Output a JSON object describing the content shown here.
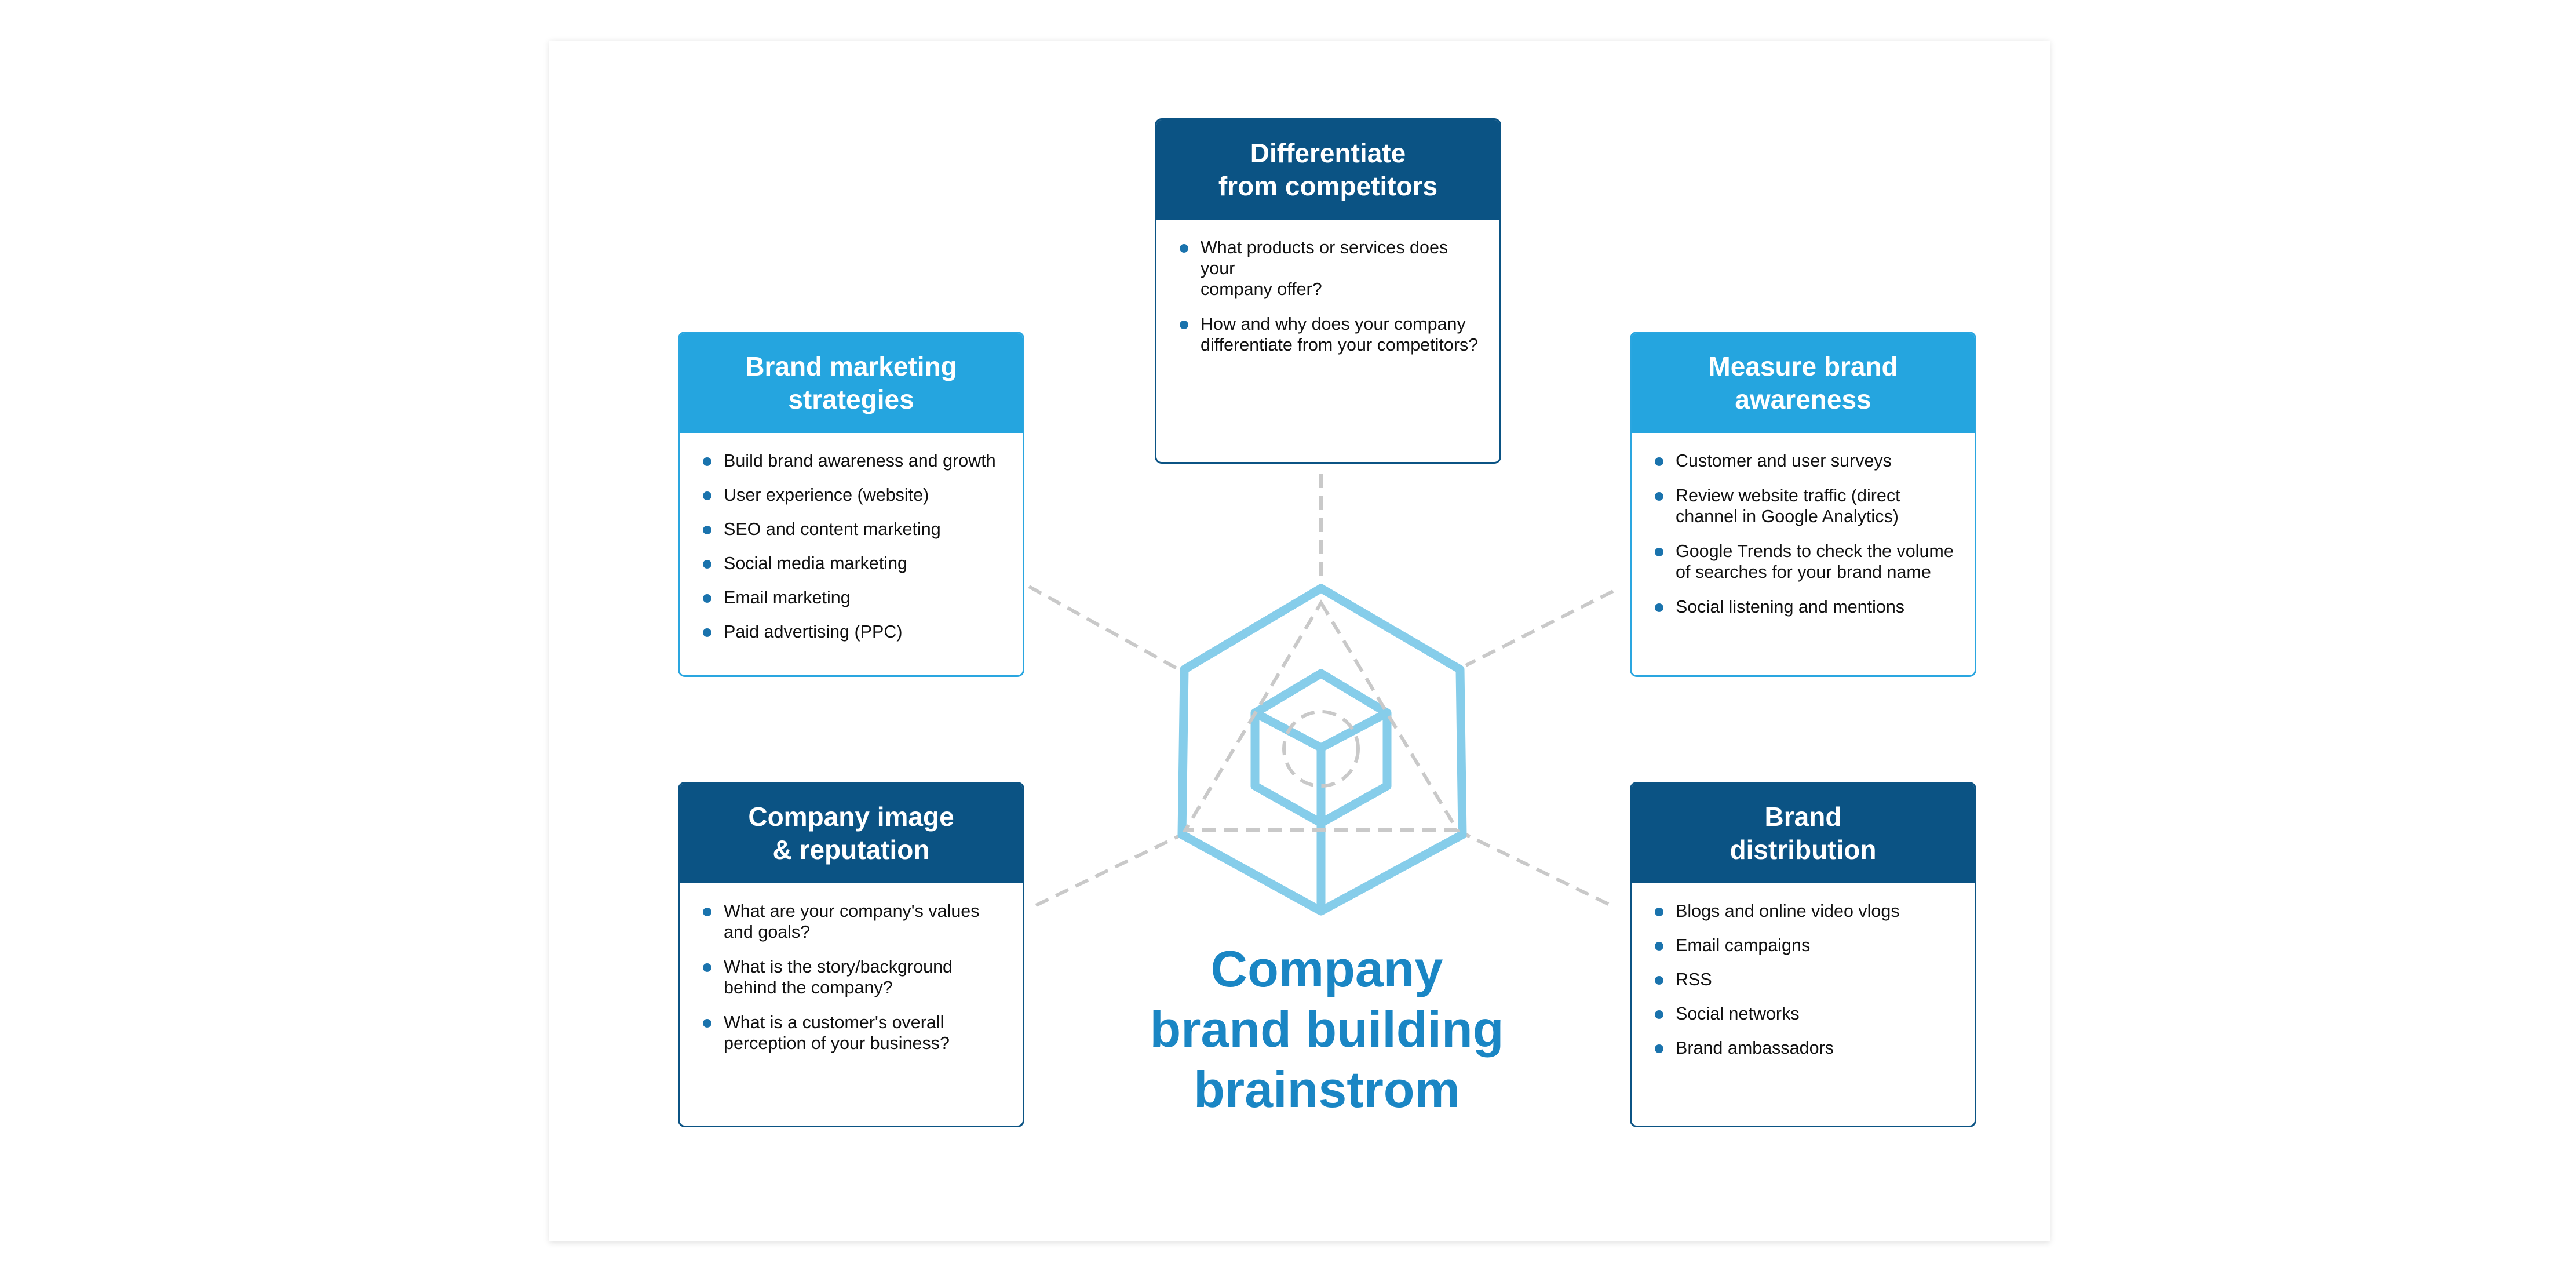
{
  "diagram": {
    "title": "Company\nbrand building\nbrainstrom",
    "colors": {
      "light_header": "#25a5df",
      "dark_header": "#0b5384",
      "bullet": "#1a73ad",
      "title": "#1a86c4",
      "hexagon": "#86cdea",
      "connector": "#c9c9c9"
    },
    "cards": {
      "differentiate": {
        "heading": "Differentiate\nfrom competitors",
        "items": [
          "What products or services does your\ncompany offer?",
          "How and why does your company\ndifferentiate from your competitors?"
        ]
      },
      "brand_marketing": {
        "heading": "Brand marketing\nstrategies",
        "items": [
          "Build brand awareness and growth",
          "User experience (website)",
          "SEO and content marketing",
          "Social media marketing",
          "Email marketing",
          "Paid advertising (PPC)"
        ]
      },
      "measure_awareness": {
        "heading": "Measure brand\nawareness",
        "items": [
          "Customer and user surveys",
          "Review website traffic (direct\nchannel in Google Analytics)",
          "Google Trends to check the volume\nof searches for your brand name",
          "Social listening and mentions"
        ]
      },
      "company_image": {
        "heading": "Company image\n& reputation",
        "items": [
          "What are your company's values\nand goals?",
          "What is the story/background\nbehind the company?",
          "What is a customer's overall\nperception of your business?"
        ]
      },
      "brand_distribution": {
        "heading": "Brand\ndistribution",
        "items": [
          "Blogs and online video vlogs",
          "Email campaigns",
          "RSS",
          "Social networks",
          "Brand ambassadors"
        ]
      }
    }
  }
}
